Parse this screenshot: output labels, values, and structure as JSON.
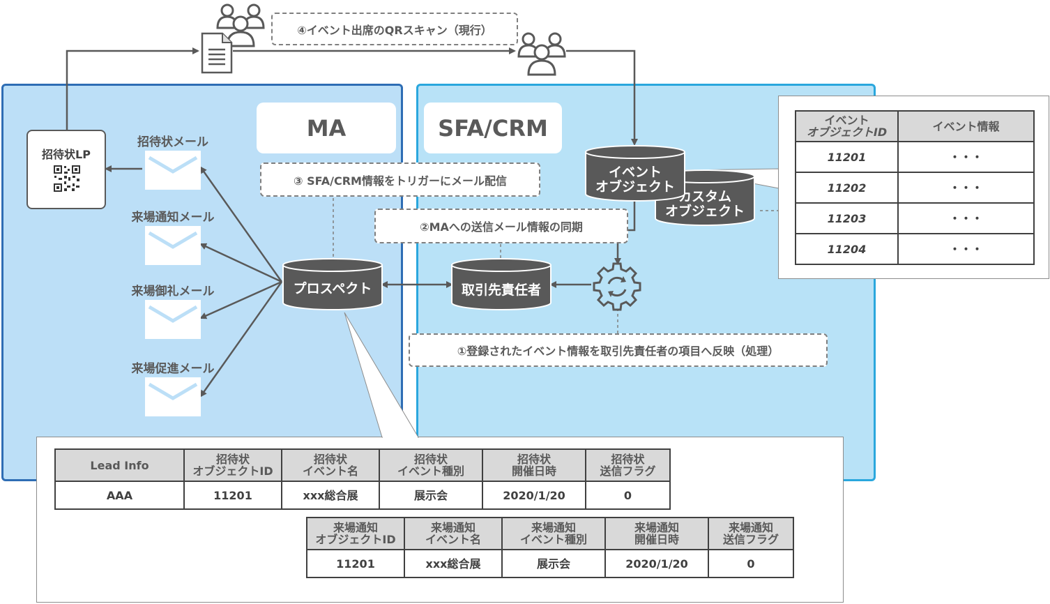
{
  "panels": {
    "ma_title": "MA",
    "sfa_title": "SFA/CRM"
  },
  "steps": {
    "step1": "①登録されたイベント情報を取引先責任者の項目へ反映（処理）",
    "step2": "②MAへの送信メール情報の同期",
    "step3": "③ SFA/CRM情報をトリガーにメール配信",
    "step4": "④イベント出席のQRスキャン（現行）"
  },
  "invite_lp": {
    "title": "招待状LP"
  },
  "mails": [
    {
      "label": "招待状メール"
    },
    {
      "label": "来場通知メール"
    },
    {
      "label": "来場御礼メール"
    },
    {
      "label": "来場促進メール"
    }
  ],
  "databases": {
    "prospect": "プロスペクト",
    "contact": "取引先責任者",
    "event_object_l1": "イベント",
    "event_object_l2": "オブジェクト",
    "custom_object_l1": "カスタム",
    "custom_object_l2": "オブジェクト"
  },
  "icons": {
    "people": "people-group-icon",
    "document": "document-icon",
    "mail": "envelope-icon",
    "qr": "qr-code-icon",
    "sync": "sync-gear-icon",
    "database": "database-cylinder-icon"
  },
  "colors": {
    "ma_panel": "#bcdff7",
    "ma_border": "#2e6db4",
    "sfa_panel": "#b8e2f7",
    "sfa_border": "#2aa7dd",
    "cylinder": "#595959",
    "table_header": "#d9d9d9"
  },
  "event_table": {
    "headers": [
      {
        "l1": "イベント",
        "l2": "オブジェクトID"
      },
      {
        "l1": "イベント情報",
        "l2": ""
      }
    ],
    "rows": [
      {
        "id": "11201",
        "info": "・・・"
      },
      {
        "id": "11202",
        "info": "・・・"
      },
      {
        "id": "11203",
        "info": "・・・"
      },
      {
        "id": "11204",
        "info": "・・・"
      }
    ]
  },
  "lead_table": {
    "headers": [
      {
        "l1": "Lead Info",
        "l2": ""
      },
      {
        "l1": "招待状",
        "l2": "オブジェクトID"
      },
      {
        "l1": "招待状",
        "l2": "イベント名"
      },
      {
        "l1": "招待状",
        "l2": "イベント種別"
      },
      {
        "l1": "招待状",
        "l2": "開催日時"
      },
      {
        "l1": "招待状",
        "l2": "送信フラグ"
      }
    ],
    "row": [
      "AAA",
      "11201",
      "xxx総合展",
      "展示会",
      "2020/1/20",
      "0"
    ]
  },
  "visit_table": {
    "headers": [
      {
        "l1": "来場通知",
        "l2": "オブジェクトID"
      },
      {
        "l1": "来場通知",
        "l2": "イベント名"
      },
      {
        "l1": "来場通知",
        "l2": "イベント種別"
      },
      {
        "l1": "来場通知",
        "l2": "開催日時"
      },
      {
        "l1": "来場通知",
        "l2": "送信フラグ"
      }
    ],
    "row": [
      "11201",
      "xxx総合展",
      "展示会",
      "2020/1/20",
      "0"
    ]
  }
}
